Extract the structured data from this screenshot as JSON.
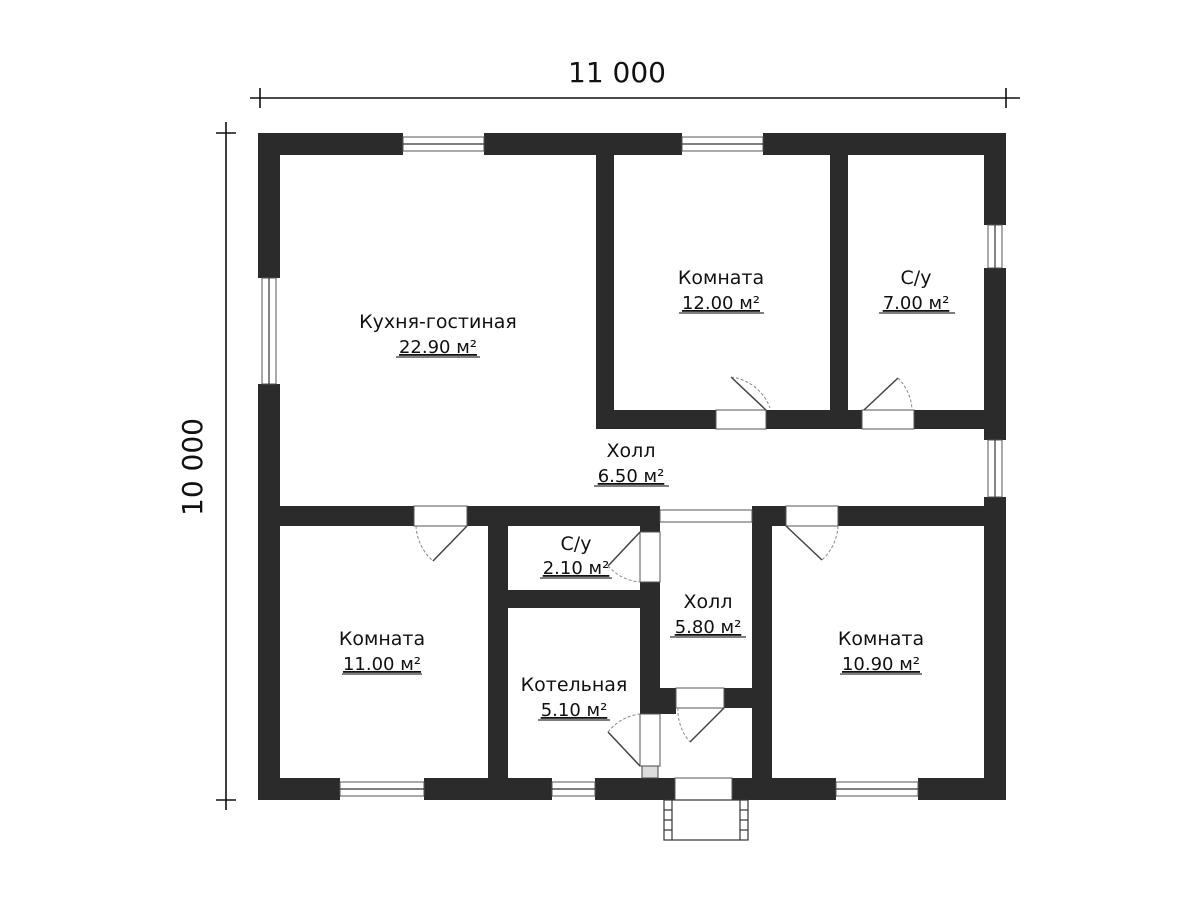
{
  "dimensions": {
    "width_label": "11 000",
    "height_label": "10 000"
  },
  "rooms": [
    {
      "id": "kitchen",
      "name": "Кухня-гостиная",
      "area": "22.90 м²"
    },
    {
      "id": "room-top",
      "name": "Комната",
      "area": "12.00 м²"
    },
    {
      "id": "wc-top",
      "name": "С/у",
      "area": "7.00 м²"
    },
    {
      "id": "hall-main",
      "name": "Холл",
      "area": "6.50 м²"
    },
    {
      "id": "wc-small",
      "name": "С/у",
      "area": "2.10 м²"
    },
    {
      "id": "hall-small",
      "name": "Холл",
      "area": "5.80 м²"
    },
    {
      "id": "room-left",
      "name": "Комната",
      "area": "11.00 м²"
    },
    {
      "id": "boiler",
      "name": "Котельная",
      "area": "5.10 м²"
    },
    {
      "id": "room-right",
      "name": "Комната",
      "area": "10.90 м²"
    }
  ],
  "colors": {
    "wall": "#2b2b2b",
    "background": "#ffffff"
  }
}
